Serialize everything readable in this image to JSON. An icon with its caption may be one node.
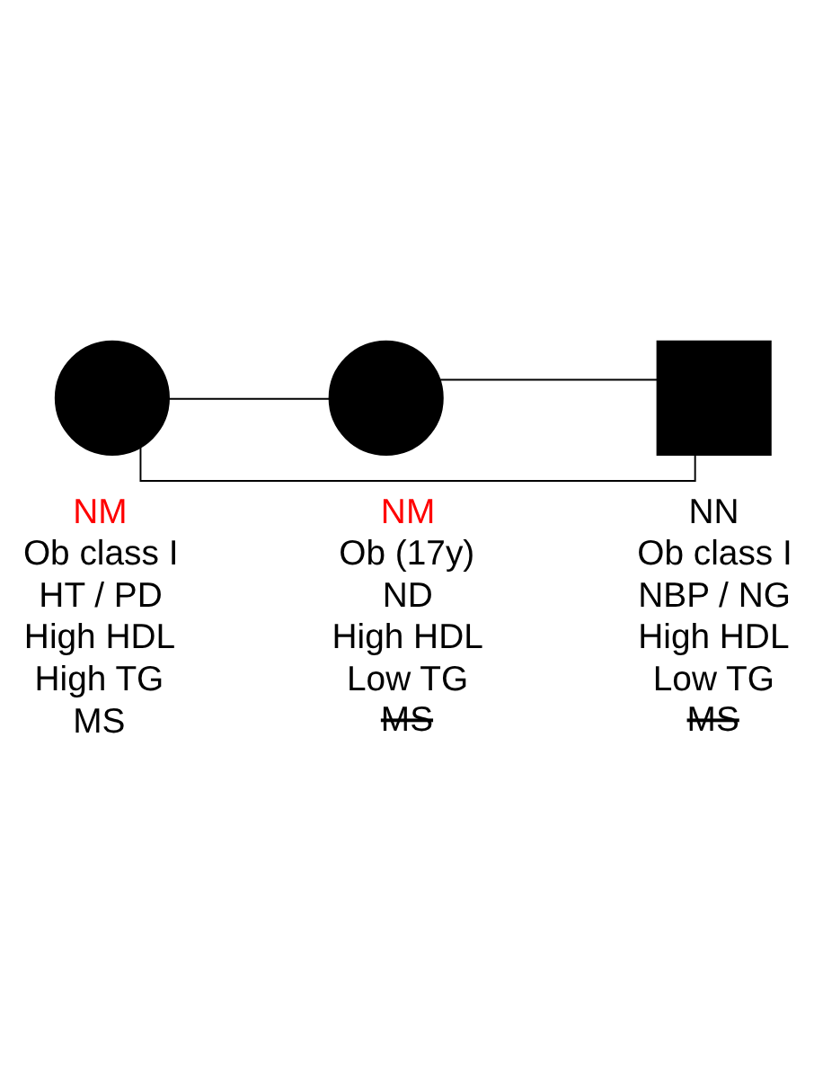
{
  "diagram": {
    "nodes": [
      {
        "text": [],
        "shape": "circle",
        "beside": [
          "NM",
          "Ob class I",
          "HT / PD",
          "High HDL",
          "High TG",
          "MS"
        ]
      },
      {
        "text": [],
        "shape": "box",
        "beside": [
          "NN",
          "Ob class I",
          "NBP / NG",
          "High HDL",
          "Low TG",
          "MS"
        ]
      },
      {
        "text": [],
        "shape": "circle",
        "beside": [
          "NM",
          "Ob (17y)",
          "ND",
          "High HDL",
          "Low TG",
          "MS"
        ]
      }
    ],
    "edges": [
      {
        "from": 0,
        "to": 1,
        "arrow": "none"
      },
      {
        "from": 0,
        "to": 2,
        "arrow": "none"
      },
      {
        "from": 1,
        "to": 2,
        "arrow": "none"
      }
    ]
  }
}
